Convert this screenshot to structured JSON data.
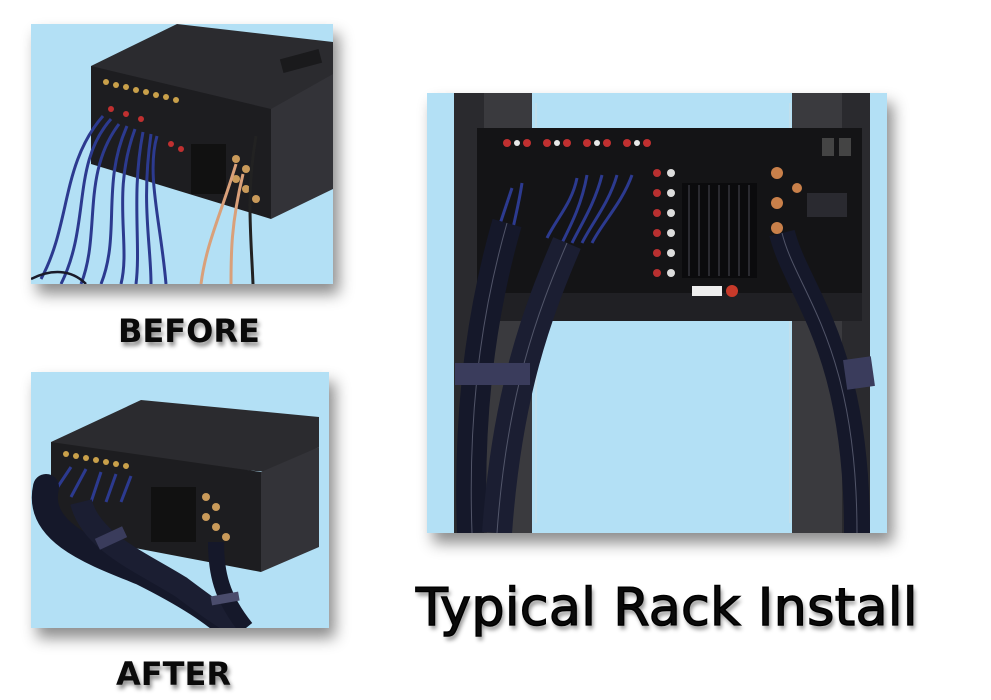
{
  "images": {
    "before": {
      "caption": "BEFORE",
      "alt": "Back of AV receiver with loose blue and copper cables"
    },
    "after": {
      "caption": "AFTER",
      "alt": "Back of AV receiver with cables bundled in black wrap sleeves"
    },
    "rack": {
      "caption": "Typical Rack Install",
      "alt": "AV receiver mounted in rack with cables bundled in black sleeves and velcro straps"
    }
  },
  "colors": {
    "background": "#ffffff",
    "photo_background": "#b3e0f5",
    "receiver": "#1f1f22",
    "sleeve": "#15182a",
    "cable_blue": "#2c3a8f",
    "cable_copper": "#d9a07a",
    "strap": "#3a3c5c"
  }
}
